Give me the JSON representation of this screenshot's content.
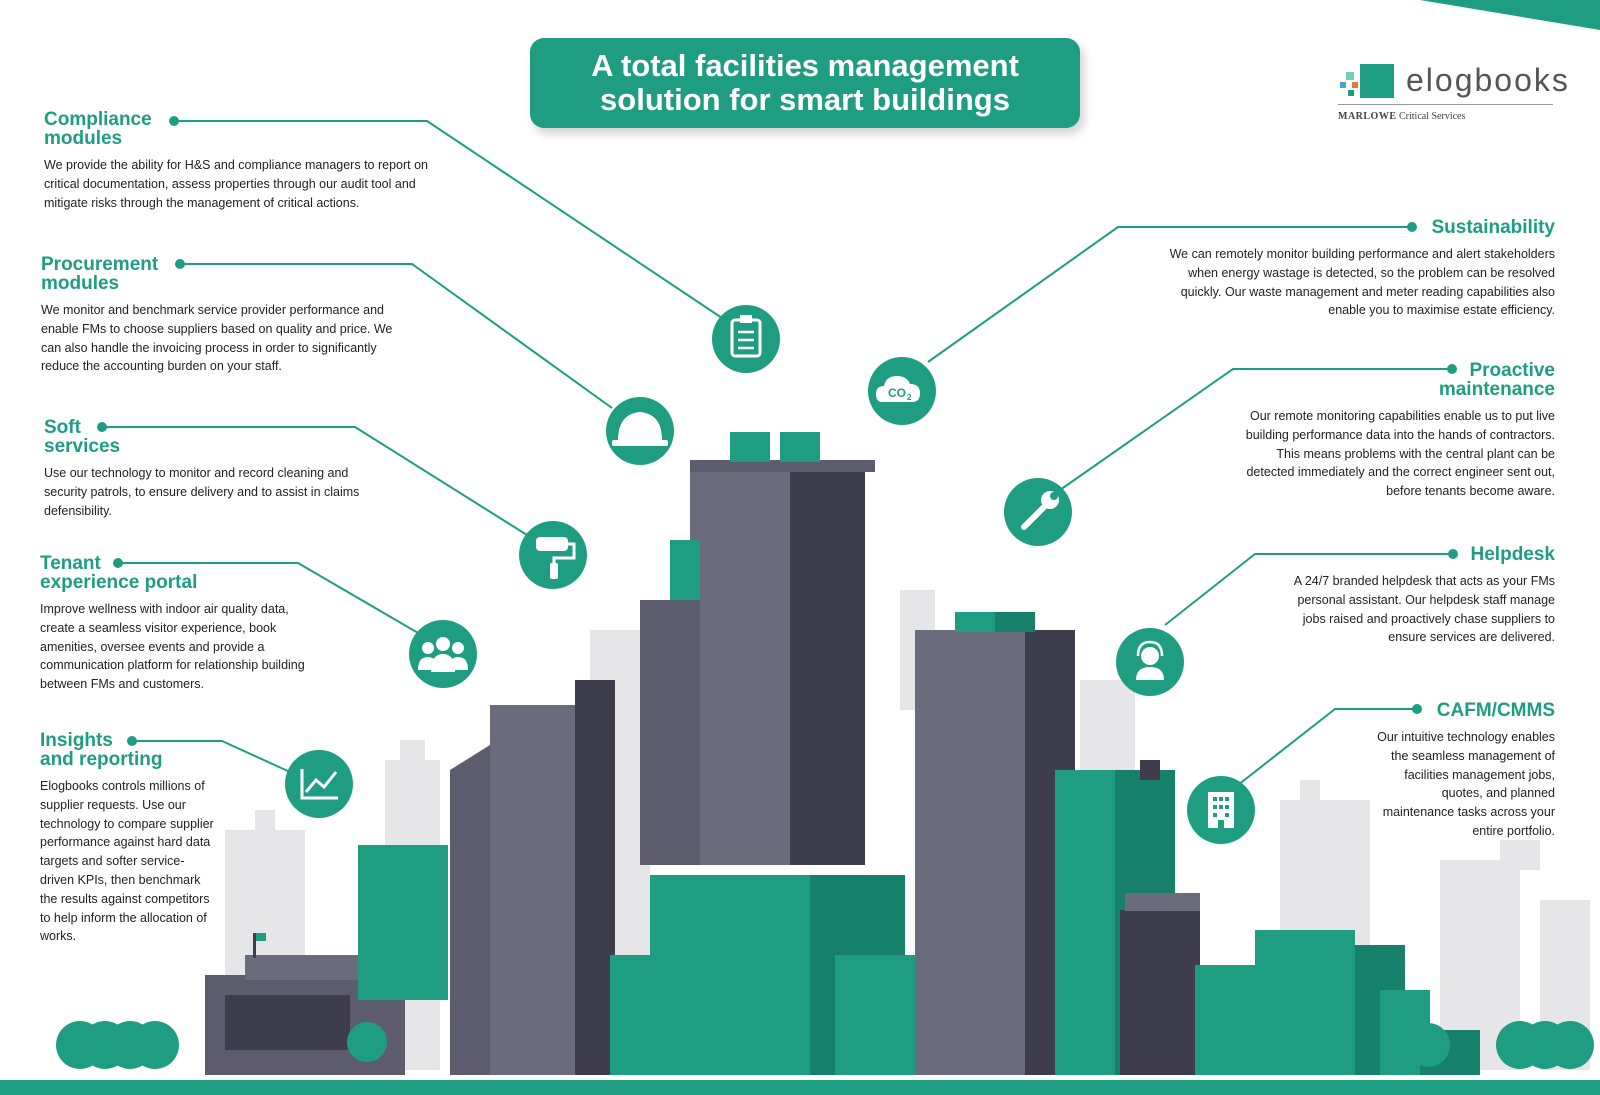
{
  "title": {
    "line1": "A total facilities management",
    "line2": "solution for smart buildings"
  },
  "logo": {
    "name": "elogbooks",
    "sub_brand": "MARLOWE",
    "sub_text": "Critical Services"
  },
  "colors": {
    "accent": "#1f9d83",
    "dark_accent": "#17806a",
    "building_dark": "#3d3d4d",
    "building_mid": "#6b6b7e",
    "sky_gray": "#e4e4e6"
  },
  "sections": {
    "compliance": {
      "heading_l1": "Compliance",
      "heading_l2": "modules",
      "body": "We provide the ability for H&S and compliance managers to report on critical documentation, assess properties through our audit tool and mitigate risks through the management of critical actions.",
      "icon": "clipboard-icon"
    },
    "procurement": {
      "heading_l1": "Procurement",
      "heading_l2": "modules",
      "body": "We monitor and benchmark service provider performance and enable FMs to choose suppliers based on quality and price. We can also handle the invoicing process in order to significantly reduce the accounting burden on your staff.",
      "icon": "hard-hat-icon"
    },
    "soft": {
      "heading_l1": "Soft",
      "heading_l2": "services",
      "body": "Use our technology to monitor and record cleaning and security patrols, to ensure delivery and to assist in claims defensibility.",
      "icon": "paint-roller-icon"
    },
    "tenant": {
      "heading_l1": "Tenant",
      "heading_l2": "experience portal",
      "body": "Improve wellness with indoor air quality data, create a seamless visitor experience, book amenities, oversee events and provide a communication platform for relationship building between FMs and customers.",
      "icon": "people-group-icon"
    },
    "insights": {
      "heading_l1": "Insights",
      "heading_l2": "and reporting",
      "body": "Elogbooks controls millions of supplier requests. Use our technology to compare supplier performance against hard data targets and softer service-driven KPIs, then benchmark the results against competitors to help inform the allocation of works.",
      "icon": "trend-chart-icon"
    },
    "sustainability": {
      "heading_l1": "Sustainability",
      "body": "We can remotely monitor building performance and alert stakeholders when energy wastage is detected, so the problem can be resolved quickly. Our waste management and meter reading capabilities also enable you to maximise estate efficiency.",
      "icon": "co2-cloud-icon"
    },
    "proactive": {
      "heading_l1": "Proactive",
      "heading_l2": "maintenance",
      "body": "Our remote monitoring capabilities enable us to put live building performance data into the hands of contractors. This means problems with the central plant can be detected immediately and the correct engineer sent out, before tenants become aware.",
      "icon": "wrench-icon"
    },
    "helpdesk": {
      "heading_l1": "Helpdesk",
      "body": "A 24/7 branded helpdesk that acts as your FMs personal assistant. Our helpdesk staff manage jobs raised and proactively chase suppliers to ensure services are delivered.",
      "icon": "headset-agent-icon"
    },
    "cafm": {
      "heading_l1": "CAFM/CMMS",
      "body": "Our intuitive technology enables the seamless management of facilities management jobs, quotes, and planned maintenance tasks across your entire portfolio.",
      "icon": "office-building-icon"
    }
  }
}
